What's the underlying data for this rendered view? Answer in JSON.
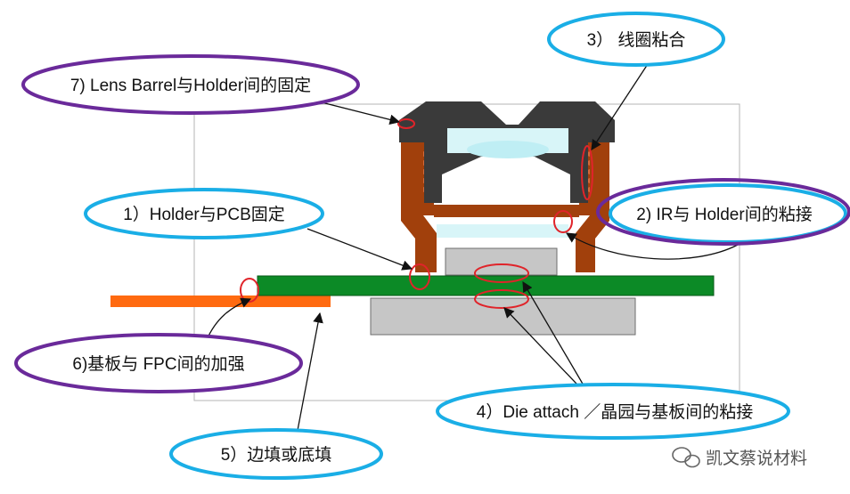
{
  "labels": {
    "lens_barrel": "7) Lens Barrel与Holder间的固定",
    "coil": "3） 线圈粘合",
    "holder_pcb": "1）Holder与PCB固定",
    "ir_holder": "2) IR与 Holder间的粘接",
    "fpc": "6)基板与 FPC间的加强",
    "die_attach": "4）Die attach ／晶园与基板间的粘接",
    "underfill": "5）边填或底填"
  },
  "watermark": "凯文蔡说材料",
  "colors": {
    "purple": "#6a2a9a",
    "blue": "#1aaee6",
    "red": "#e0242a",
    "green": "#0c8a26",
    "brown": "#a1400c",
    "dark": "#3a3a3a",
    "gray": "#c6c6c6",
    "glass": "#d8f5f8",
    "orange": "#ff6a10"
  }
}
